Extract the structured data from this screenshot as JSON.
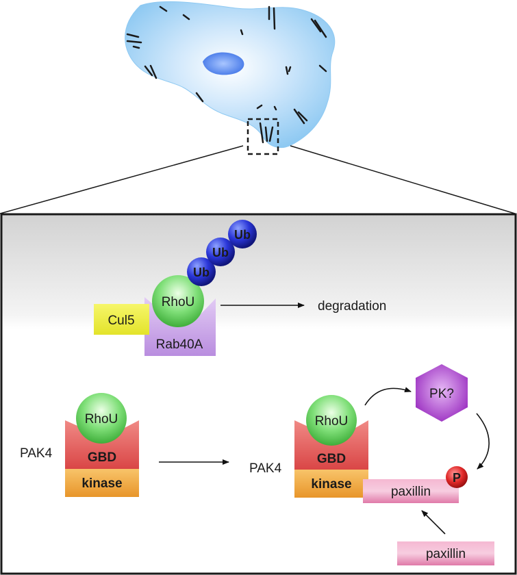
{
  "top": {
    "cell": {
      "name": "cell"
    },
    "zoom_box": {
      "name": "zoom-box"
    }
  },
  "panel": {
    "degradation_pathway": {
      "ub_labels": [
        "Ub",
        "Ub",
        "Ub"
      ],
      "rhou_label": "RhoU",
      "cul5_label": "Cul5",
      "rab40a_label": "Rab40A",
      "outcome_label": "degradation"
    },
    "pak4_left": {
      "protein_label": "PAK4",
      "rhou_label": "RhoU",
      "gbd_label": "GBD",
      "kinase_label": "kinase"
    },
    "pak4_right": {
      "protein_label": "PAK4",
      "rhou_label": "RhoU",
      "gbd_label": "GBD",
      "kinase_label": "kinase"
    },
    "pk_label": "PK?",
    "phospho_label": "P",
    "paxillin_bound_label": "paxillin",
    "paxillin_free_label": "paxillin"
  },
  "colors": {
    "cell_fill": "#8ec9f2",
    "nucleus_fill": "#5b8ef0",
    "ub_fill": "#2a2fc4",
    "rhou_fill": "#6fd66b",
    "cul5_fill": "#f2f24a",
    "rab40a_fill": "#c9a6e6",
    "gbd_fill": "#e05a5a",
    "kinase_fill": "#f0a840",
    "pk_fill": "#a63cc4",
    "paxillin_fill": "#e88bb4",
    "phospho_fill": "#d82020"
  }
}
